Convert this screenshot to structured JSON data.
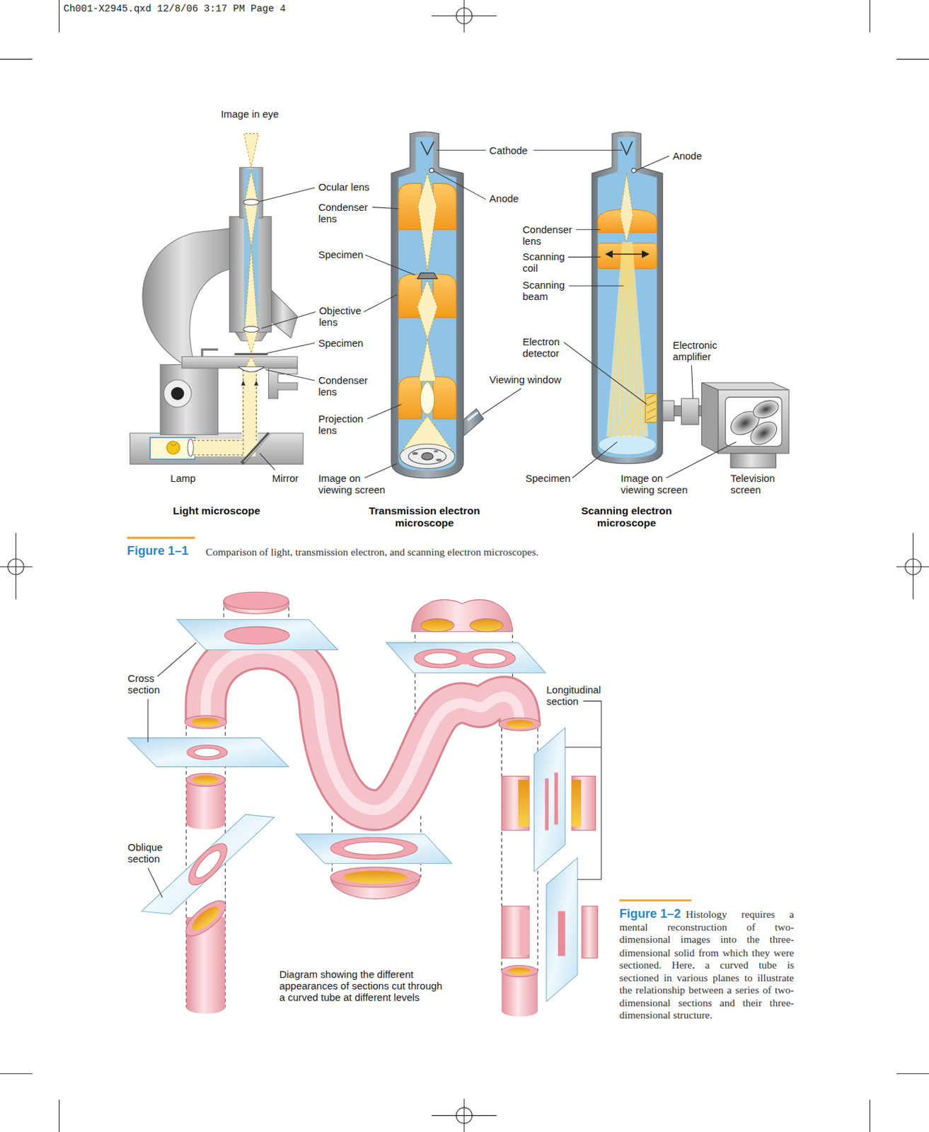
{
  "diagram": {
    "labels": [
      "Ch001-X2945.qxd 12/8/06 3:17 PM Page 4",
      "Image in eye",
      "Cathode",
      "Anode",
      "Ocular lens",
      "Anode",
      "Condenser lens",
      "Condenser lens",
      "Scanning coil",
      "Specimen",
      "Scanning beam",
      "Objective lens",
      "Electron detector",
      "Electronic amplifier",
      "Specimen",
      "Condenser lens",
      "Viewing window",
      "Projection lens",
      "Lamp",
      "Mirror",
      "Image on viewing screen",
      "Specimen",
      "Image on viewing screen",
      "Television screen",
      "Light microscope",
      "Transmission electron microscope",
      "Scanning electron microscope",
      "Figure 1–1",
      "Comparison of light, transmission electron, and scanning electron microscopes.",
      "Cross section",
      "Longitudinal section",
      "Oblique section",
      "Diagram showing the different appearances of sections cut through a curved tube at different levels",
      "Figure 1–2",
      "Histology requires a mental reconstruction of two-dimensional images into the three-dimensional solid from which they were sectioned. Here, a curved tube is sectioned in various planes to illustrate the relationship between a series of two-dimensional sections and their three-dimensional structure."
    ]
  }
}
